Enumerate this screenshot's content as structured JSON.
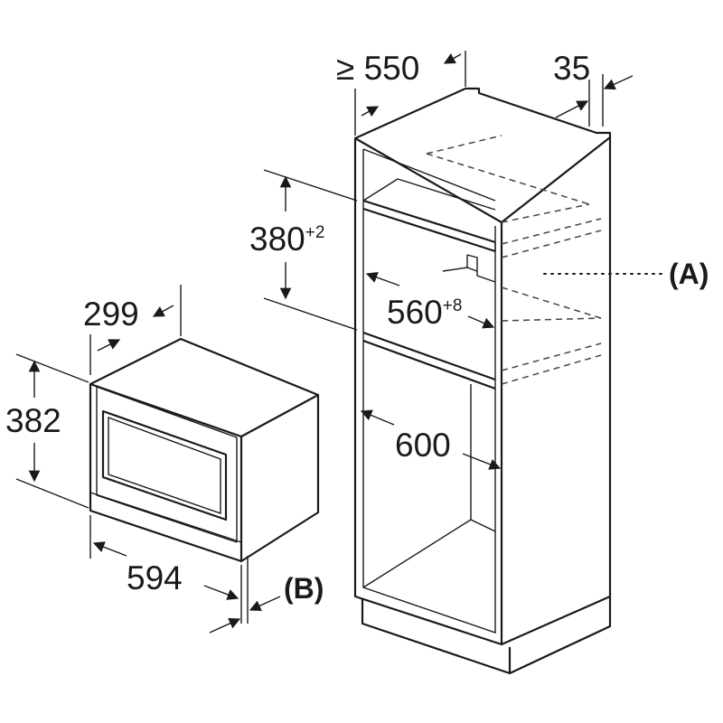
{
  "labels": {
    "cabinet_depth": "≥ 550",
    "cabinet_side": "35",
    "niche_height": "380",
    "niche_height_tol": "+2",
    "niche_width": "560",
    "niche_width_tol": "+8",
    "cabinet_width": "600",
    "appliance_depth": "299",
    "appliance_height": "382",
    "appliance_width": "594",
    "callout_a": "(A)",
    "callout_b": "(B)"
  }
}
